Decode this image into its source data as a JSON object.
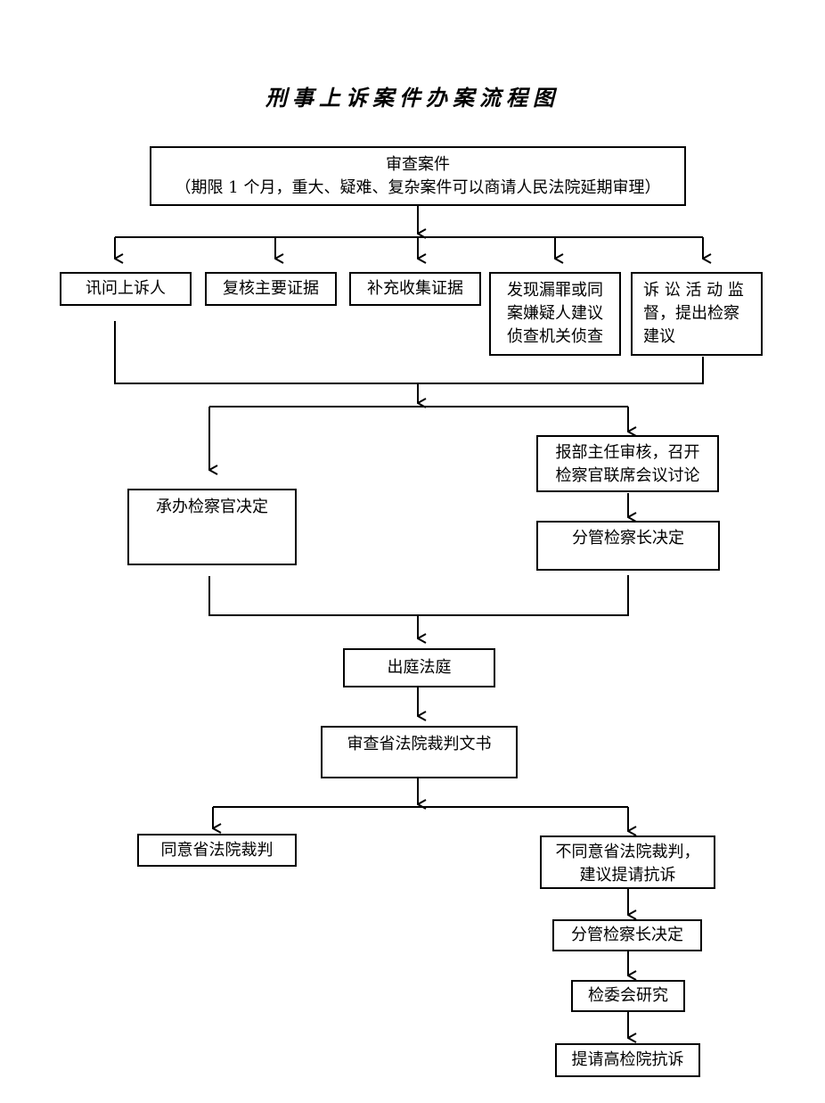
{
  "title": "刑事上诉案件办案流程图",
  "nodes": {
    "review_case": {
      "line1": "审查案件",
      "line2": "（期限 1 个月，重大、疑难、复杂案件可以商请人民法院延期审理）"
    },
    "interrogate": {
      "line1": "讯问上诉人"
    },
    "recheck_evidence": {
      "line1": "复核主要证据"
    },
    "supplement_evidence": {
      "line1": "补充收集证据"
    },
    "omission": {
      "line1": "发现漏罪或同",
      "line2": "案嫌疑人建议",
      "line3": "侦查机关侦查"
    },
    "supervision": {
      "line1": "诉 讼 活 动 监",
      "line2": "督，提出检察",
      "line3": "建议"
    },
    "prosecutor_decide": {
      "line1": "承办检察官决定"
    },
    "director_review": {
      "line1": "报部主任审核，召开",
      "line2": "检察官联席会议讨论"
    },
    "chief_decide_1": {
      "line1": "分管检察长决定"
    },
    "attend_court": {
      "line1": "出庭法庭"
    },
    "review_judgment": {
      "line1": "审查省法院裁判文书"
    },
    "agree": {
      "line1": "同意省法院裁判"
    },
    "disagree": {
      "line1": "不同意省法院裁判，",
      "line2": "建议提请抗诉"
    },
    "chief_decide_2": {
      "line1": "分管检察长决定"
    },
    "committee": {
      "line1": "检委会研究"
    },
    "request_protest": {
      "line1": "提请高检院抗诉"
    }
  }
}
